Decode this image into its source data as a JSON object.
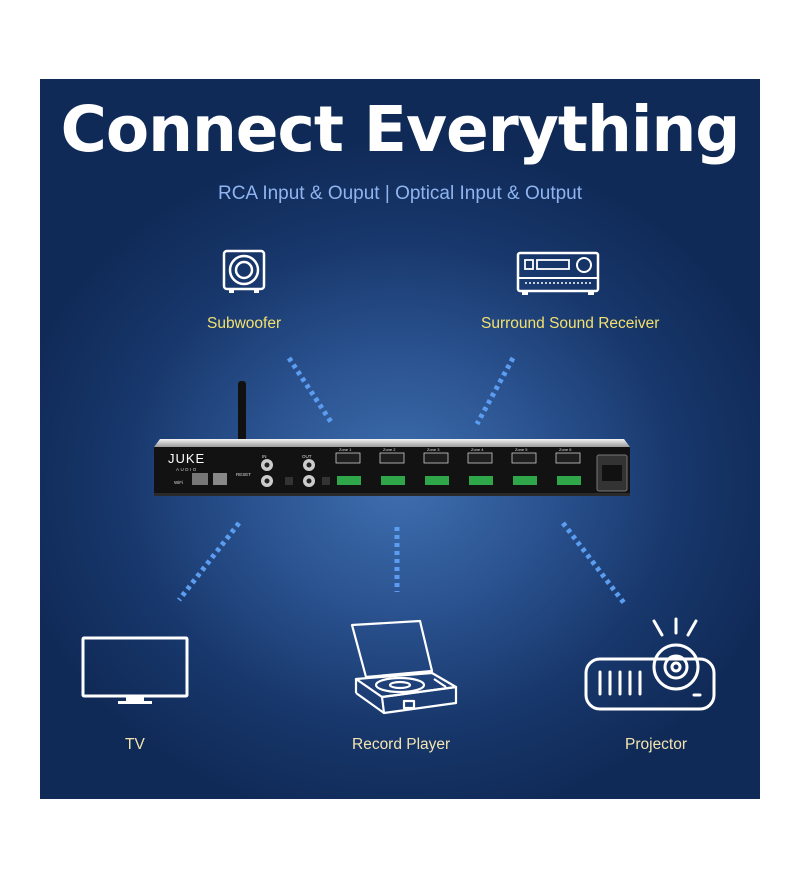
{
  "title": "Connect Everything",
  "subtitle": "RCA Input & Ouput | Optical Input & Output",
  "devices": {
    "subwoofer": "Subwoofer",
    "receiver": "Surround Sound Receiver",
    "tv": "TV",
    "record_player": "Record Player",
    "projector": "Projector"
  },
  "amp": {
    "brand": "JUKE",
    "brand_sub": "AUDIO",
    "wifi": "WiFi",
    "reset": "RESET",
    "in": "IN",
    "out": "OUT",
    "zones": [
      "Zone 1",
      "Zone 2",
      "Zone 3",
      "Zone 4",
      "Zone 5",
      "Zone 6"
    ]
  },
  "colors": {
    "background": "#17366a",
    "title": "#ffffff",
    "subtitle": "#8fb4f0",
    "labels": "#f3e06e",
    "dots": "#5b9df0"
  }
}
